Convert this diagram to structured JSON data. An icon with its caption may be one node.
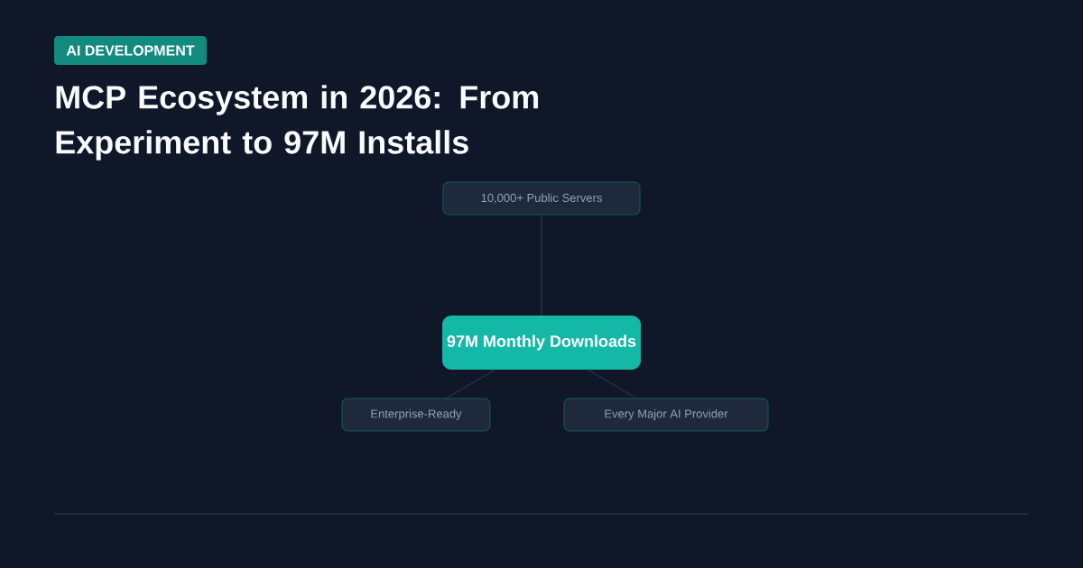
{
  "diagram": {
    "title": "MCP Ecosystem in 2026: From Experiment to 97M Installs",
    "nodes": [
      {
        "text": [
          "AI DEVELOPMENT"
        ]
      },
      {
        "text": [
          "10,000+ Public Servers"
        ]
      },
      {
        "text": [
          "97M Monthly Downloads"
        ]
      },
      {
        "text": [
          "Enterprise-Ready"
        ]
      },
      {
        "text": [
          "Every Major AI Provider"
        ]
      }
    ],
    "edges": [
      {
        "from": 2,
        "to": 1,
        "arrow": "none"
      },
      {
        "from": 2,
        "to": 3,
        "arrow": "none"
      },
      {
        "from": 2,
        "to": 4,
        "arrow": "none"
      }
    ]
  }
}
